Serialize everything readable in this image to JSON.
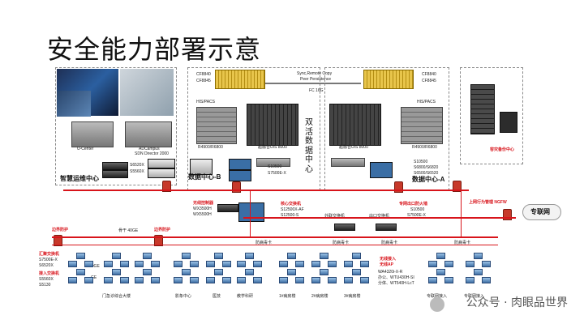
{
  "title": "安全能力部署示意",
  "labels": {
    "ops_center": "智慧运维中心",
    "dc_b": "数据中心-B",
    "dc_a": "数据中心-A",
    "active_active": "双活数据中心",
    "disaster": "容灾备份中心",
    "external": "专联网",
    "sync": "Sync,Remote Copy",
    "peer": "Peer Persistence",
    "fc": "FC 16G",
    "his_b": "HIS/PACS",
    "his_a": "HIS/PACS",
    "cf_b1": "CF8840",
    "cf_b2": "CF8845",
    "cf_a1": "CF8840",
    "cf_a2": "CF8845",
    "r_b": "R4900/R6800",
    "r_a": "R4900/R6800",
    "uis_b": "超融合UIS 8000",
    "uis_a": "超融合UIS 8000",
    "s_b1": "S10500",
    "s_b2": "S7500E-X",
    "s_a1": "S10500",
    "s_a2": "S6800/S6820",
    "s_a3": "S6500/S6520",
    "u_center": "U-Center",
    "adcampus": "ADCampus",
    "sdn": "SDN Director 2000",
    "ops_sw1": "S6520X",
    "ops_sw2": "S5560X",
    "wireless": "无线控制器",
    "wx1": "WX3500H",
    "wx2": "WX5500H",
    "core": "核心交换机",
    "core1": "S12500X-AF",
    "core2": "S12500-S",
    "egress_fw": "专网出口防火墙",
    "egress_sw": "出口交换机",
    "egress_ngfw": "上网行为管理 NGFW",
    "extranet_sw": "外联交换机",
    "egress_model": "S10500",
    "egress_model2": "S7500E-X",
    "bdfw1": "边界防护",
    "bdfw2": "边界防护",
    "backbone": "骨干 40GE",
    "agg": "汇聚交换机",
    "agg1": "S7500E-X",
    "agg2": "S6520X",
    "access": "接入交换机",
    "access1": "S5560X",
    "access2": "S5130",
    "tenG": "10GE",
    "ge": "GE",
    "ap_title": "无线接入",
    "ap_title2": "无线AP",
    "ap1": "WA4320i-X-R",
    "ap2": "办公、WTU430H-SI",
    "ap3": "分体、WT540H-LcT",
    "outp": "门急诊综合大楼",
    "fin": "影象中心",
    "med": "医技",
    "teach": "教学科研",
    "ward1": "1#病房楼",
    "ward2": "2#病房楼",
    "ward3": "3#病房楼",
    "pro1": "专联网接入",
    "pro2": "专联网接入",
    "fwtag1": "防病毒卡",
    "fwtag2": "防病毒卡",
    "fwtag3": "防病毒卡",
    "fwtag4": "防病毒卡",
    "watermark": "公众号 · 肉眼品世界"
  }
}
